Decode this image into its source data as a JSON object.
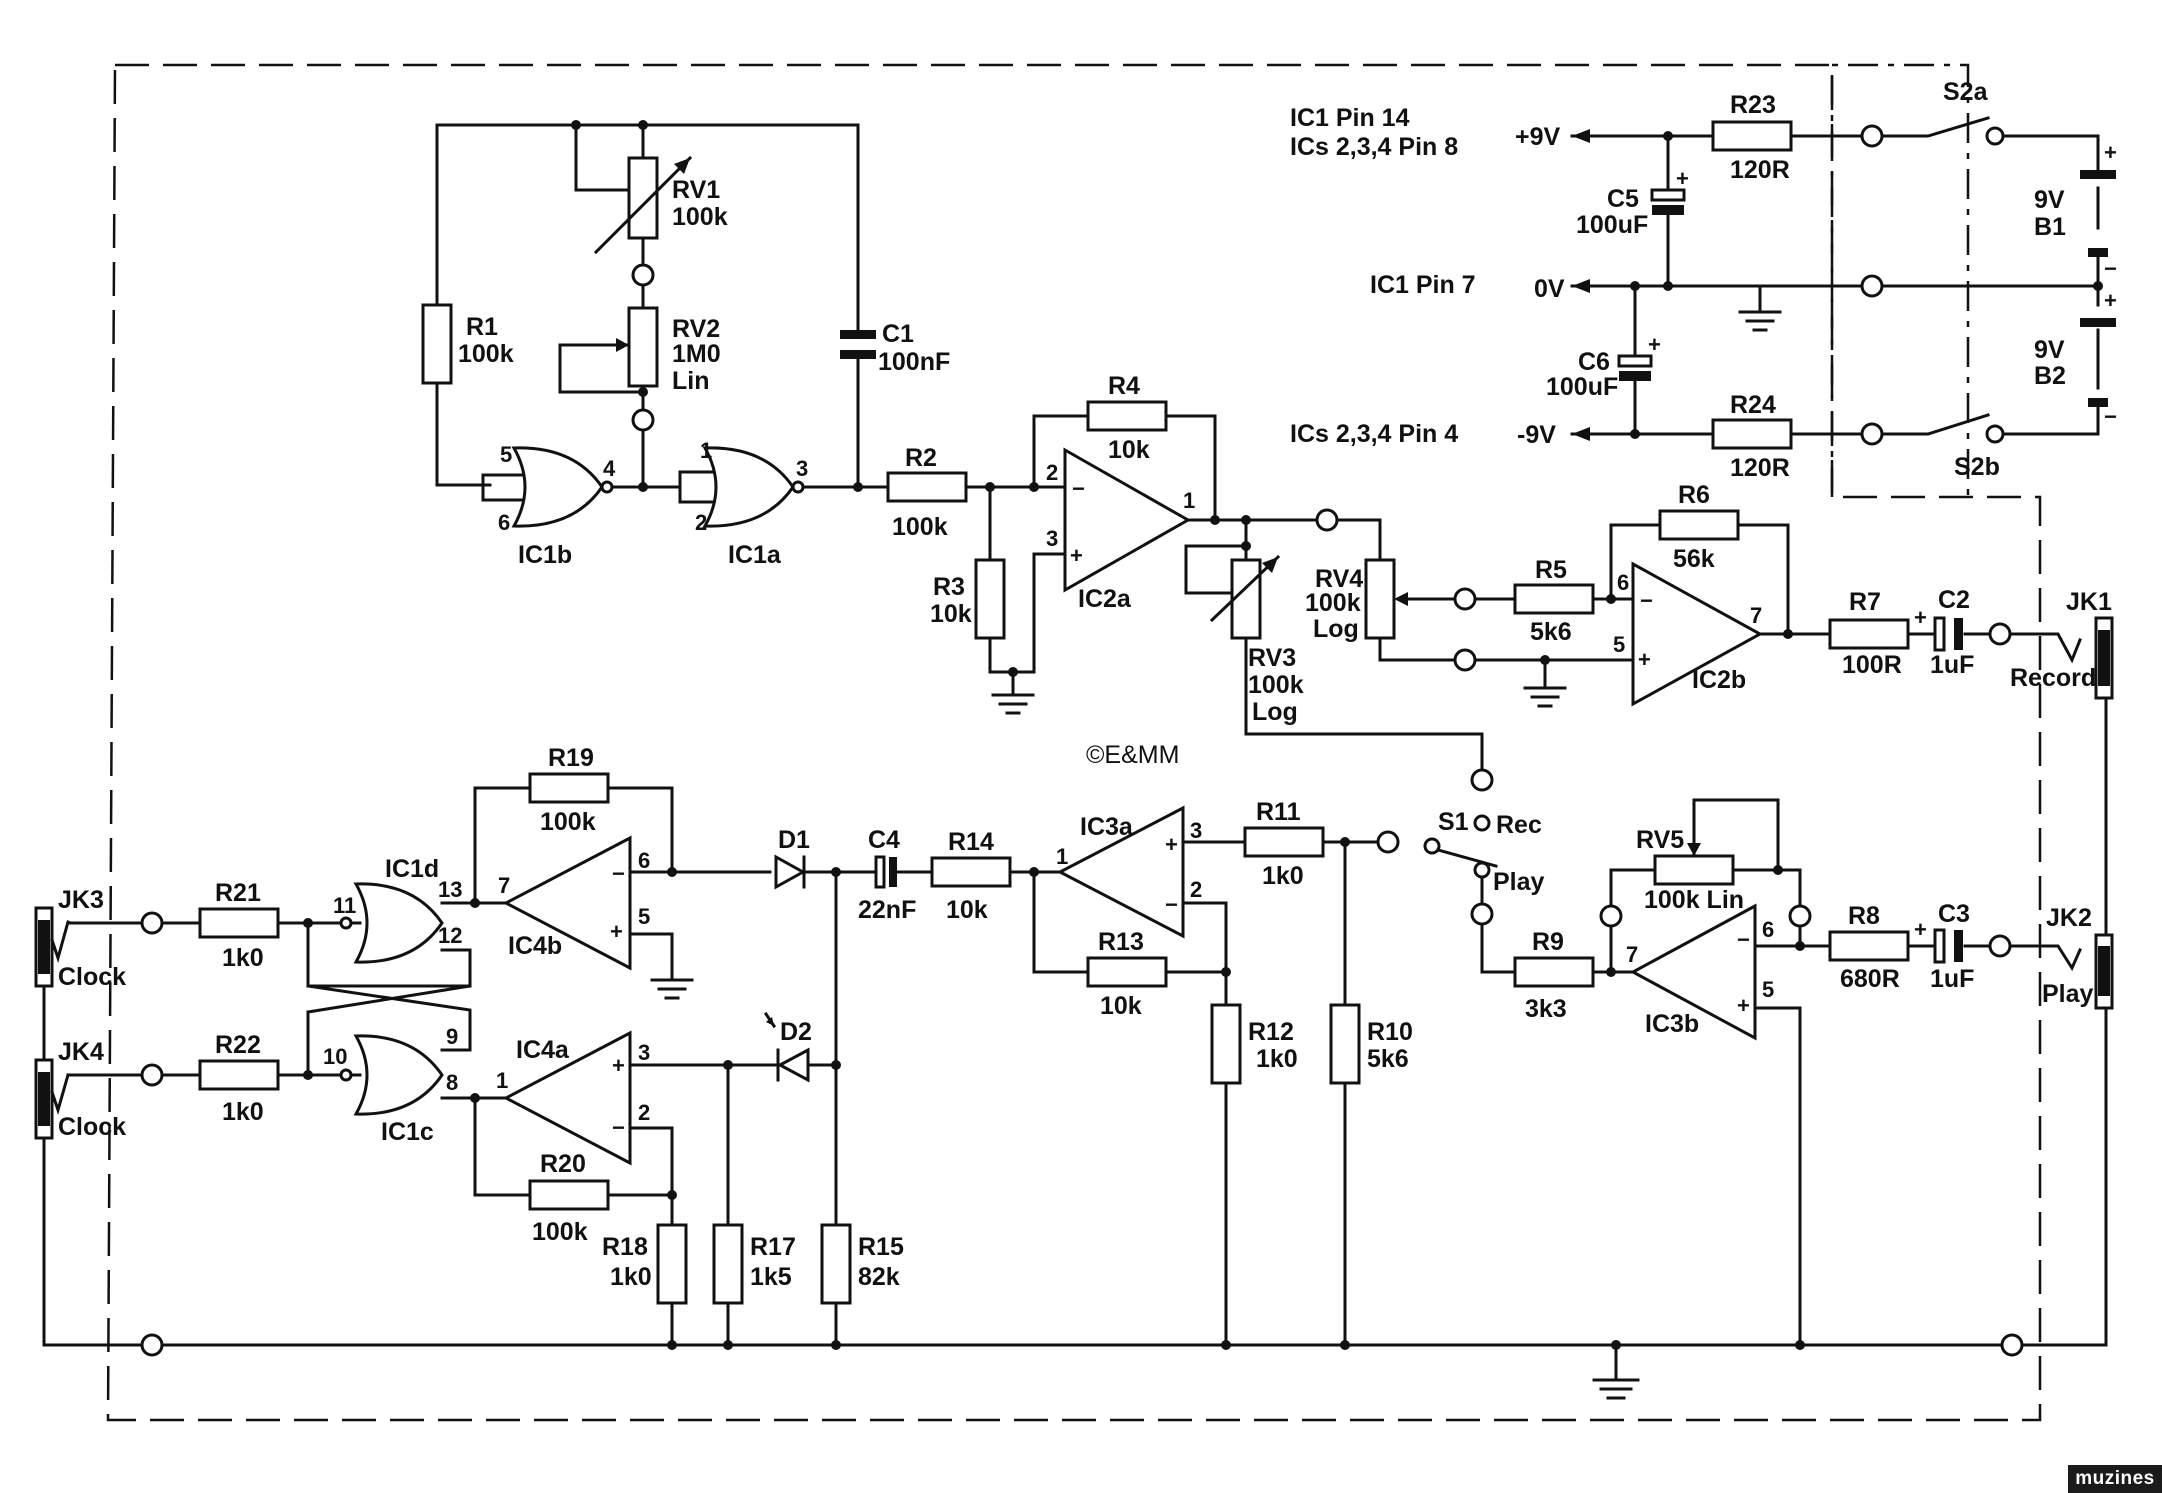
{
  "copyright": "©E&MM",
  "brand": "muzines",
  "power": {
    "pins": [
      "IC1 Pin 14",
      "ICs 2,3,4 Pin 8",
      "IC1 Pin 7",
      "ICs 2,3,4 Pin 4"
    ],
    "rails": [
      "+9V",
      "0V",
      "-9V"
    ]
  },
  "components": {
    "R1": "R1",
    "R1_v": "100k",
    "RV1": "RV1",
    "RV1_v": "100k",
    "RV2": "RV2",
    "RV2_v": "1M0",
    "RV2_t": "Lin",
    "C1": "C1",
    "C1_v": "100nF",
    "R2": "R2",
    "R2_v": "100k",
    "R3": "R3",
    "R3_v": "10k",
    "R4": "R4",
    "R4_v": "10k",
    "RV3": "RV3",
    "RV3_v": "100k",
    "RV3_t": "Log",
    "RV4": "RV4",
    "RV4_v": "100k",
    "RV4_t": "Log",
    "R5": "R5",
    "R5_v": "5k6",
    "R6": "R6",
    "R6_v": "56k",
    "R7": "R7",
    "R7_v": "100R",
    "C2": "C2",
    "C2_v": "1uF",
    "R23": "R23",
    "R23_v": "120R",
    "R24": "R24",
    "R24_v": "120R",
    "C5": "C5",
    "C5_v": "100uF",
    "C6": "C6",
    "C6_v": "100uF",
    "B1": "9V",
    "B1_n": "B1",
    "B2": "9V",
    "B2_n": "B2",
    "S2a": "S2a",
    "S2b": "S2b",
    "JK1": "JK1",
    "JK1_l": "Record",
    "JK2": "JK2",
    "JK2_l": "Play",
    "JK3": "JK3",
    "JK3_l": "Clock",
    "JK4": "JK4",
    "JK4_l": "Clock",
    "R21": "R21",
    "R21_v": "1k0",
    "R22": "R22",
    "R22_v": "1k0",
    "R19": "R19",
    "R19_v": "100k",
    "R20": "R20",
    "R20_v": "100k",
    "R18": "R18",
    "R18_v": "1k0",
    "R17": "R17",
    "R17_v": "1k5",
    "R15": "R15",
    "R15_v": "82k",
    "D1": "D1",
    "D2": "D2",
    "C4": "C4",
    "C4_v": "22nF",
    "R14": "R14",
    "R14_v": "10k",
    "R13": "R13",
    "R13_v": "10k",
    "R11": "R11",
    "R11_v": "1k0",
    "R12": "R12",
    "R12_v": "1k0",
    "R10": "R10",
    "R10_v": "5k6",
    "S1": "S1",
    "S1_rec": "Rec",
    "S1_play": "Play",
    "R9": "R9",
    "R9_v": "3k3",
    "RV5": "RV5",
    "RV5_v": "100k Lin",
    "R8": "R8",
    "R8_v": "680R",
    "C3": "C3",
    "C3_v": "1uF"
  },
  "ics": {
    "IC1a": "IC1a",
    "IC1b": "IC1b",
    "IC1c": "IC1c",
    "IC1d": "IC1d",
    "IC2a": "IC2a",
    "IC2b": "IC2b",
    "IC3a": "IC3a",
    "IC3b": "IC3b",
    "IC4a": "IC4a",
    "IC4b": "IC4b"
  },
  "pins": {
    "p1": "1",
    "p2": "2",
    "p3": "3",
    "p4": "4",
    "p5": "5",
    "p6": "6",
    "p7": "7",
    "p8": "8",
    "p9": "9",
    "p10": "10",
    "p11": "11",
    "p12": "12",
    "p13": "13",
    "plus": "+",
    "minus": "−"
  }
}
